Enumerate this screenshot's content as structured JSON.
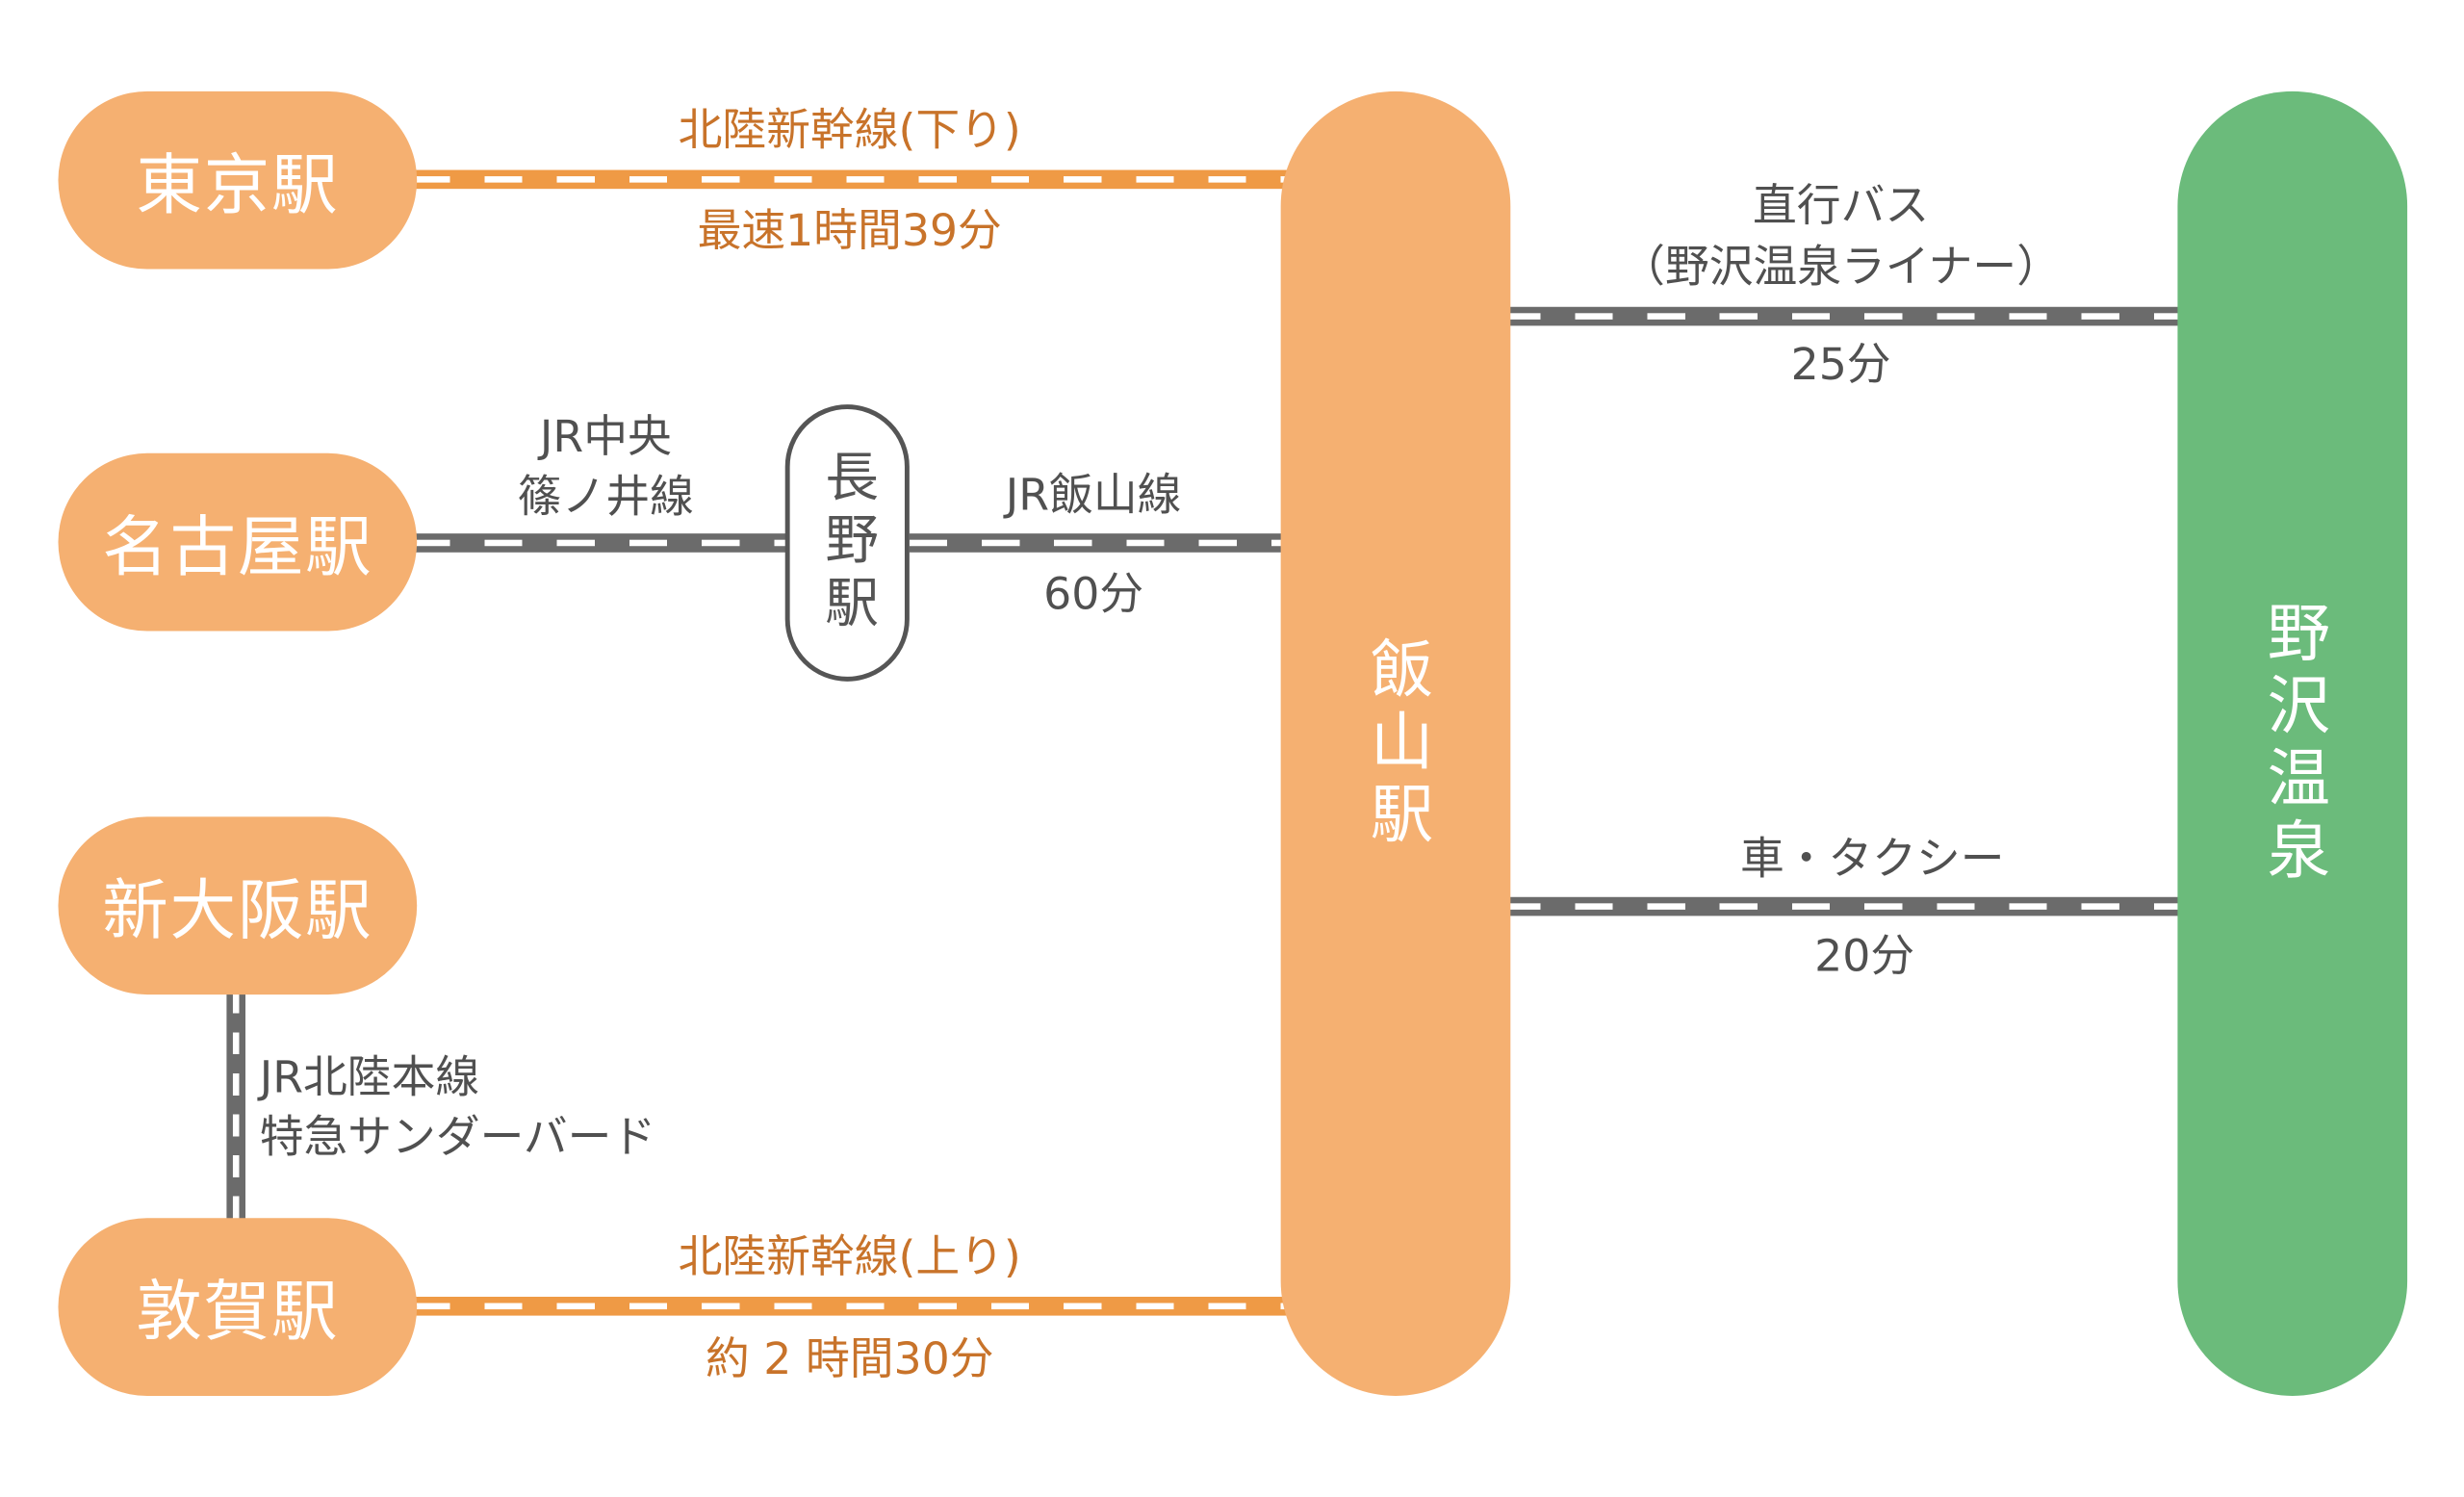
{
  "stations": {
    "tokyo": "東京駅",
    "nagoya": "名古屋駅",
    "shin_osaka": "新大阪駅",
    "tsuruga": "敦賀駅",
    "nagano": "長野駅",
    "iiyama": "飯山駅",
    "nozawa": "野沢温泉"
  },
  "routes": {
    "tokyo_iiyama": {
      "line": "北陸新幹線(下り)",
      "time": "最速1時間39分"
    },
    "nagoya_nagano": {
      "line_1": "JR中央",
      "line_2": "篠ノ井線"
    },
    "nagano_iiyama": {
      "line": "JR飯山線",
      "time": "60分"
    },
    "osaka_tsuruga": {
      "line_1": "JR北陸本線",
      "line_2": "特急サンダーバード"
    },
    "tsuruga_iiyama": {
      "line": "北陸新幹線(上り)",
      "time": "約 2 時間30分"
    },
    "bus": {
      "line_1": "直行バス",
      "line_2": "（野沢温泉ライナー）",
      "time": "25分"
    },
    "car": {
      "line": "車・タクシー",
      "time": "20分"
    }
  },
  "colors": {
    "station_fill": "#f5b071",
    "destination_fill": "#6bbb7b",
    "shinkansen_line": "#ef9a45",
    "local_line": "#6b6b6b",
    "orange_text": "#c8732a",
    "gray_text": "#505050"
  }
}
